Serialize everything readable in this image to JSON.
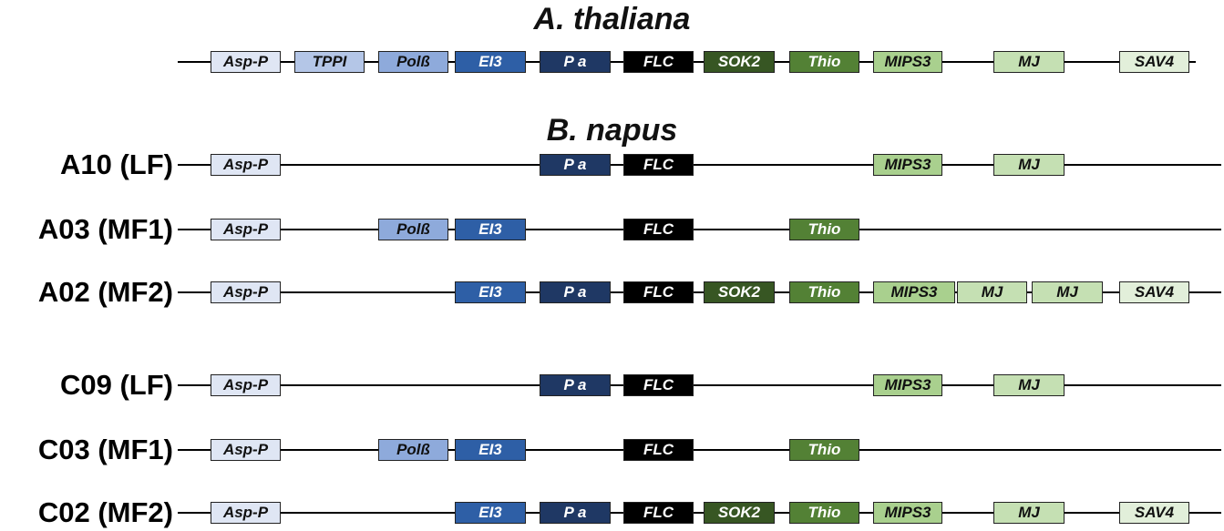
{
  "colors": {
    "Asp-P": "#dfe6f4",
    "TPPI": "#b4c6e7",
    "Polß": "#8eaadb",
    "EI3": "#2e5fa6",
    "P a": "#1f3864",
    "FLC": "#000000",
    "SOK2": "#375623",
    "Thio": "#538135",
    "MIPS3": "#a9d08e",
    "MJ": "#c5e0b3",
    "SAV4": "#e2efda"
  },
  "titles": {
    "thaliana": "A. thaliana",
    "napus": "B. napus"
  },
  "tracks": [
    {
      "label": "",
      "genes": [
        "Asp-P",
        "TPPI",
        "Polß",
        "EI3",
        "P a",
        "FLC",
        "SOK2",
        "Thio",
        "MIPS3",
        "MJ",
        "SAV4"
      ]
    },
    {
      "label": "A10 (LF)",
      "genes": [
        "Asp-P",
        "P a",
        "FLC",
        "MIPS3",
        "MJ"
      ]
    },
    {
      "label": "A03 (MF1)",
      "genes": [
        "Asp-P",
        "Polß",
        "EI3",
        "FLC",
        "Thio"
      ]
    },
    {
      "label": "A02 (MF2)",
      "genes": [
        "Asp-P",
        "EI3",
        "P a",
        "FLC",
        "SOK2",
        "Thio",
        "MIPS3",
        "MJ",
        "MJ",
        "SAV4"
      ]
    },
    {
      "label": "C09 (LF)",
      "genes": [
        "Asp-P",
        "P a",
        "FLC",
        "MIPS3",
        "MJ"
      ]
    },
    {
      "label": "C03 (MF1)",
      "genes": [
        "Asp-P",
        "Polß",
        "EI3",
        "FLC",
        "Thio"
      ]
    },
    {
      "label": "C02 (MF2)",
      "genes": [
        "Asp-P",
        "EI3",
        "P a",
        "FLC",
        "SOK2",
        "Thio",
        "MIPS3",
        "MJ",
        "SAV4"
      ]
    }
  ]
}
